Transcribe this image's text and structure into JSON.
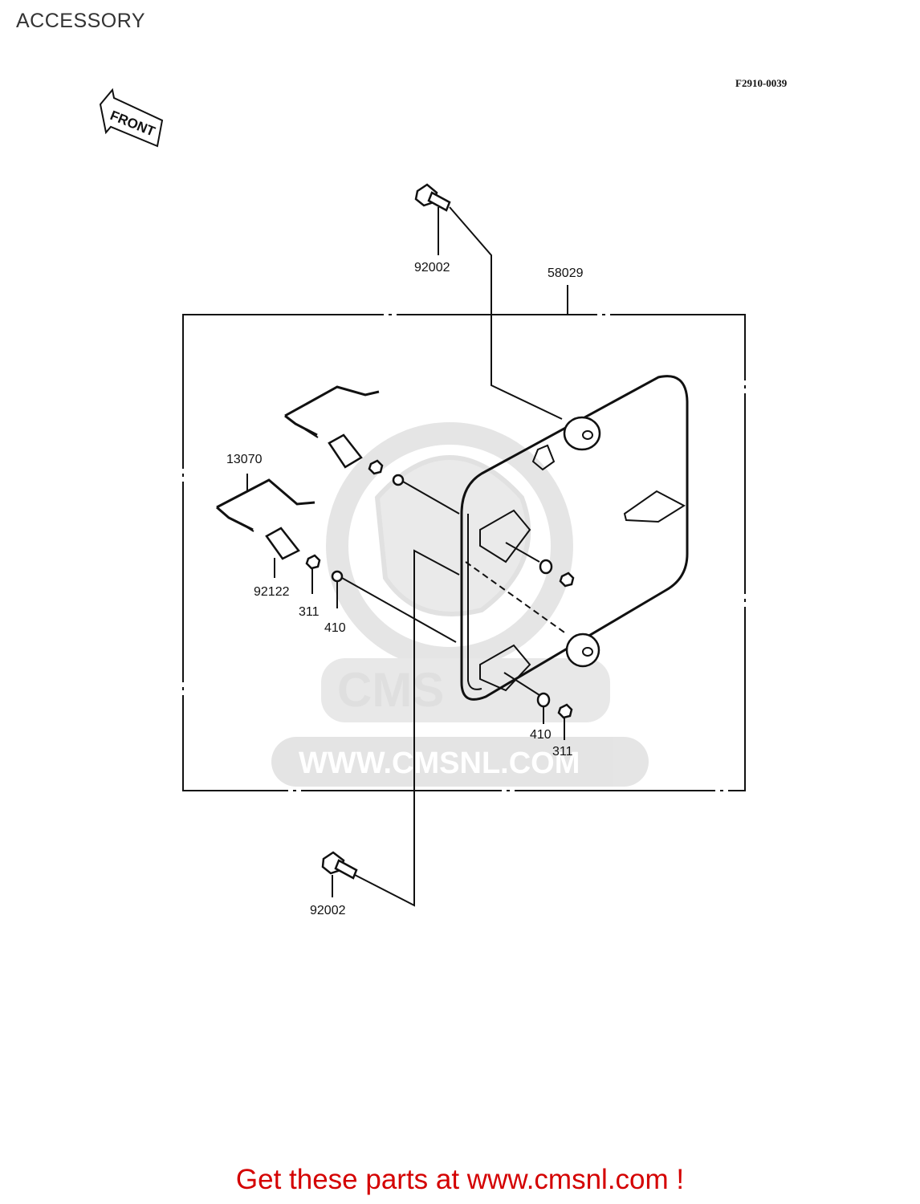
{
  "header": {
    "title": "ACCESSORY",
    "drawing_code": "F2910-0039"
  },
  "front_arrow": {
    "label": "FRONT"
  },
  "watermark": {
    "text": "WWW.CMSNL.COM"
  },
  "callouts": {
    "bolt_top": "92002",
    "carrier": "58029",
    "bracket": "13070",
    "collar": "92122",
    "nut_left": "311",
    "washer_left": "410",
    "washer_right": "410",
    "nut_right": "311",
    "bolt_bottom": "92002"
  },
  "footer": {
    "cta": "Get these parts at www.cmsnl.com !"
  },
  "colors": {
    "line": "#111111",
    "footer": "#d40000",
    "watermark": "#dcdcdc"
  }
}
